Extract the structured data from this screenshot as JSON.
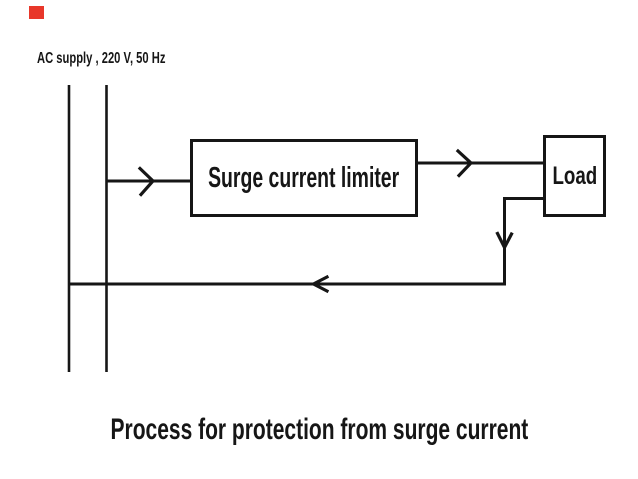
{
  "diagram": {
    "supply_label": "AC supply , 220 V, 50 Hz",
    "limiter_label": "Surge current limiter",
    "load_label": "Load",
    "caption": "Process for protection from surge current",
    "flow": [
      "AC supply",
      "Surge current limiter",
      "Load",
      "return to AC supply"
    ]
  },
  "icons": {
    "arrow_right": "open chevron pointing right",
    "arrow_down": "open chevron pointing down",
    "arrow_left": "open chevron pointing left",
    "red_marker": "small red rectangle, top-left corner"
  },
  "colors": {
    "line": "#161616",
    "text": "#161616",
    "background": "#ffffff",
    "marker": "#e8372a"
  }
}
